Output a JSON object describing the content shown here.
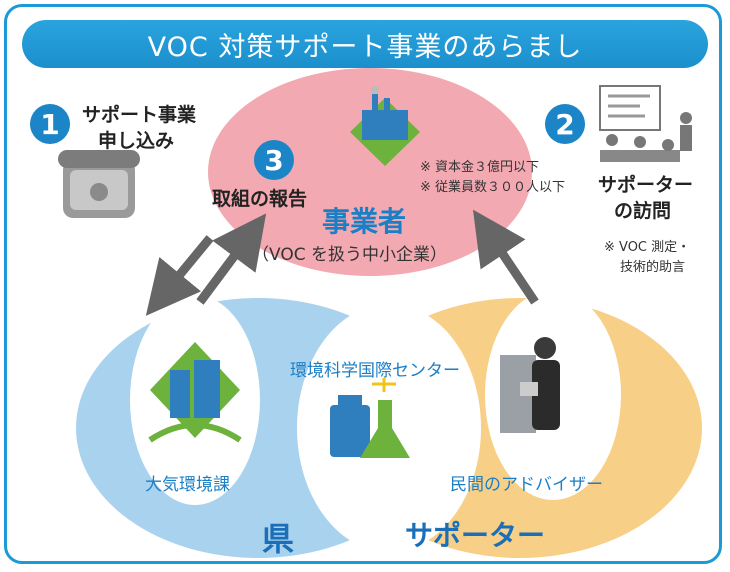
{
  "title": "VOC 対策サポート事業のあらまし",
  "steps": {
    "s1": {
      "number": "1",
      "label_line1": "サポート事業",
      "label_line2": "申し込み"
    },
    "s2": {
      "number": "2",
      "label_line1": "サポーター",
      "label_line2": "の訪問",
      "note_line1": "※ VOC 測定・",
      "note_line2": "技術的助言"
    },
    "s3": {
      "number": "3",
      "label": "取組の報告"
    }
  },
  "business": {
    "title": "事業者",
    "subtitle": "（VOC を扱う中小企業）",
    "note_line1": "※ 資本金３億円以下",
    "note_line2": "※ 従業員数３００人以下"
  },
  "prefecture": {
    "label": "県",
    "sub": "大気環境課"
  },
  "supporter": {
    "label": "サポーター",
    "sub": "民間のアドバイザー"
  },
  "center": {
    "label": "環境科学国際センター"
  },
  "icons": [
    "phone-icon",
    "meeting-icon",
    "factory-icon",
    "building-icon",
    "lab-flask-icon",
    "businessman-icon"
  ],
  "colors": {
    "accent": "#1c9ad6",
    "business": "#f2a0a8",
    "prefecture": "#a9d2ee",
    "supporter": "#f8cf86"
  }
}
